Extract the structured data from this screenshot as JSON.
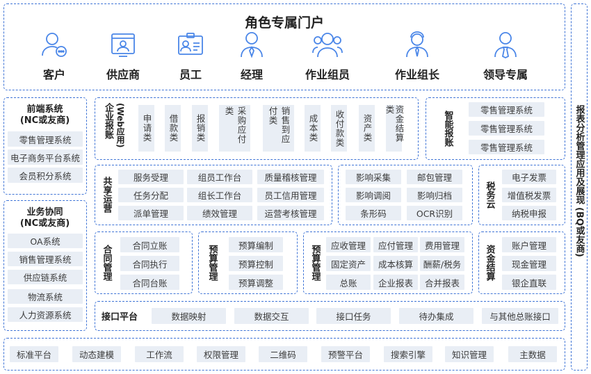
{
  "portal": {
    "title": "角色专属门户",
    "roles": [
      {
        "label": "客户",
        "icon": "customer-icon"
      },
      {
        "label": "供应商",
        "icon": "supplier-icon"
      },
      {
        "label": "员工",
        "icon": "employee-badge-icon"
      },
      {
        "label": "经理",
        "icon": "manager-icon"
      },
      {
        "label": "作业组员",
        "icon": "team-members-icon"
      },
      {
        "label": "作业组长",
        "icon": "team-leader-icon"
      },
      {
        "label": "领导专属",
        "icon": "leader-icon"
      }
    ]
  },
  "front_system": {
    "title": "前端系统",
    "subtitle": "(NC或友商)",
    "items": [
      "零售管理系统",
      "电子商务平台系统",
      "会员积分系统"
    ]
  },
  "business_collab": {
    "title": "业务协同",
    "subtitle": "(NC或友商)",
    "items": [
      "OA系统",
      "销售管理系统",
      "供应链系统",
      "物流系统",
      "人力资源系统"
    ]
  },
  "reimburse": {
    "title": "企业报账",
    "note": "(Web应用)",
    "items": [
      "申请类",
      "借款类",
      "报销类",
      "采购应付类",
      "销售到应付类",
      "成本类",
      "收付款类",
      "资产类",
      "资金结算类"
    ]
  },
  "smart_report": {
    "title": "智能报账",
    "items": [
      "零售管理系统",
      "零售管理系统",
      "零售管理系统"
    ]
  },
  "shared_ops": {
    "title": "共享运营",
    "items": [
      "服务受理",
      "组员工作台",
      "质量稽核管理",
      "任务分配",
      "组长工作台",
      "员工信用管理",
      "派单管理",
      "绩效管理",
      "运营考核管理"
    ]
  },
  "image_tools": {
    "items": [
      "影响采集",
      "邮包管理",
      "影响调阅",
      "影响归档",
      "条形码",
      "OCR识别"
    ]
  },
  "tax_cloud": {
    "title": "税务云",
    "items": [
      "电子发票",
      "增值税发票",
      "纳税申报"
    ]
  },
  "contract": {
    "title": "合同管理",
    "items": [
      "合同立账",
      "合同执行",
      "合同台账"
    ]
  },
  "budget": {
    "title": "预算管理",
    "items": [
      "预算编制",
      "预算控制",
      "预算调整"
    ]
  },
  "accounting": {
    "title": "预算管理",
    "items": [
      "应收管理",
      "应付管理",
      "费用管理",
      "固定资产",
      "成本核算",
      "酬薪/税务",
      "总账",
      "企业报表",
      "合并报表"
    ]
  },
  "fund": {
    "title": "资金结算",
    "items": [
      "账户管理",
      "现金管理",
      "银企直联"
    ]
  },
  "interface": {
    "title": "接口平台",
    "items": [
      "数据映射",
      "数据交互",
      "接口任务",
      "待办集成",
      "与其他总账接口"
    ]
  },
  "platform": {
    "items": [
      "标准平台",
      "动态建模",
      "工作流",
      "权限管理",
      "二维码",
      "预警平台",
      "搜索引擎",
      "知识管理",
      "主数据"
    ]
  },
  "report_analysis": {
    "title": "报表分析管理应用及展现",
    "note": "(BQ或友商)"
  },
  "colors": {
    "border": "#3f74d6",
    "icon": "#4a86e8",
    "chip": "#e9eef5"
  }
}
